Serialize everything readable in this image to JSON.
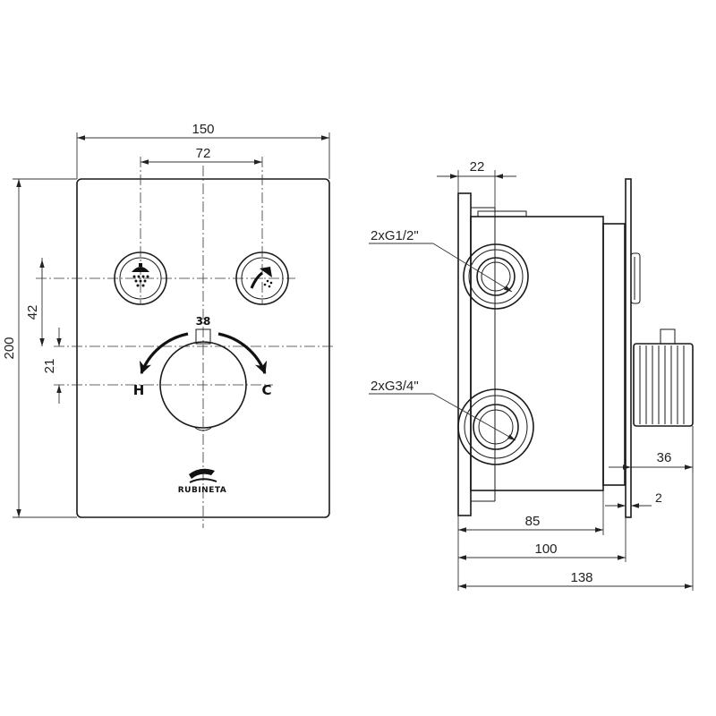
{
  "front_view": {
    "dimensions": {
      "width": "150",
      "button_spacing": "72",
      "height": "200",
      "button_height": "42",
      "knob_offset": "21"
    },
    "knob": {
      "temp_mark": "38",
      "hot_label": "H",
      "cold_label": "C"
    },
    "buttons": [
      {
        "icon": "shower-head-icon"
      },
      {
        "icon": "hand-shower-icon"
      }
    ],
    "brand": "RUBINETA"
  },
  "side_view": {
    "dimensions": {
      "inlet_offset": "22",
      "knob_depth": "36",
      "plate_thickness": "2",
      "body_depth_85": "85",
      "body_depth_100": "100",
      "total_depth": "138"
    },
    "callouts": {
      "upper_port": "2xG1/2\"",
      "lower_port": "2xG3/4\""
    }
  }
}
